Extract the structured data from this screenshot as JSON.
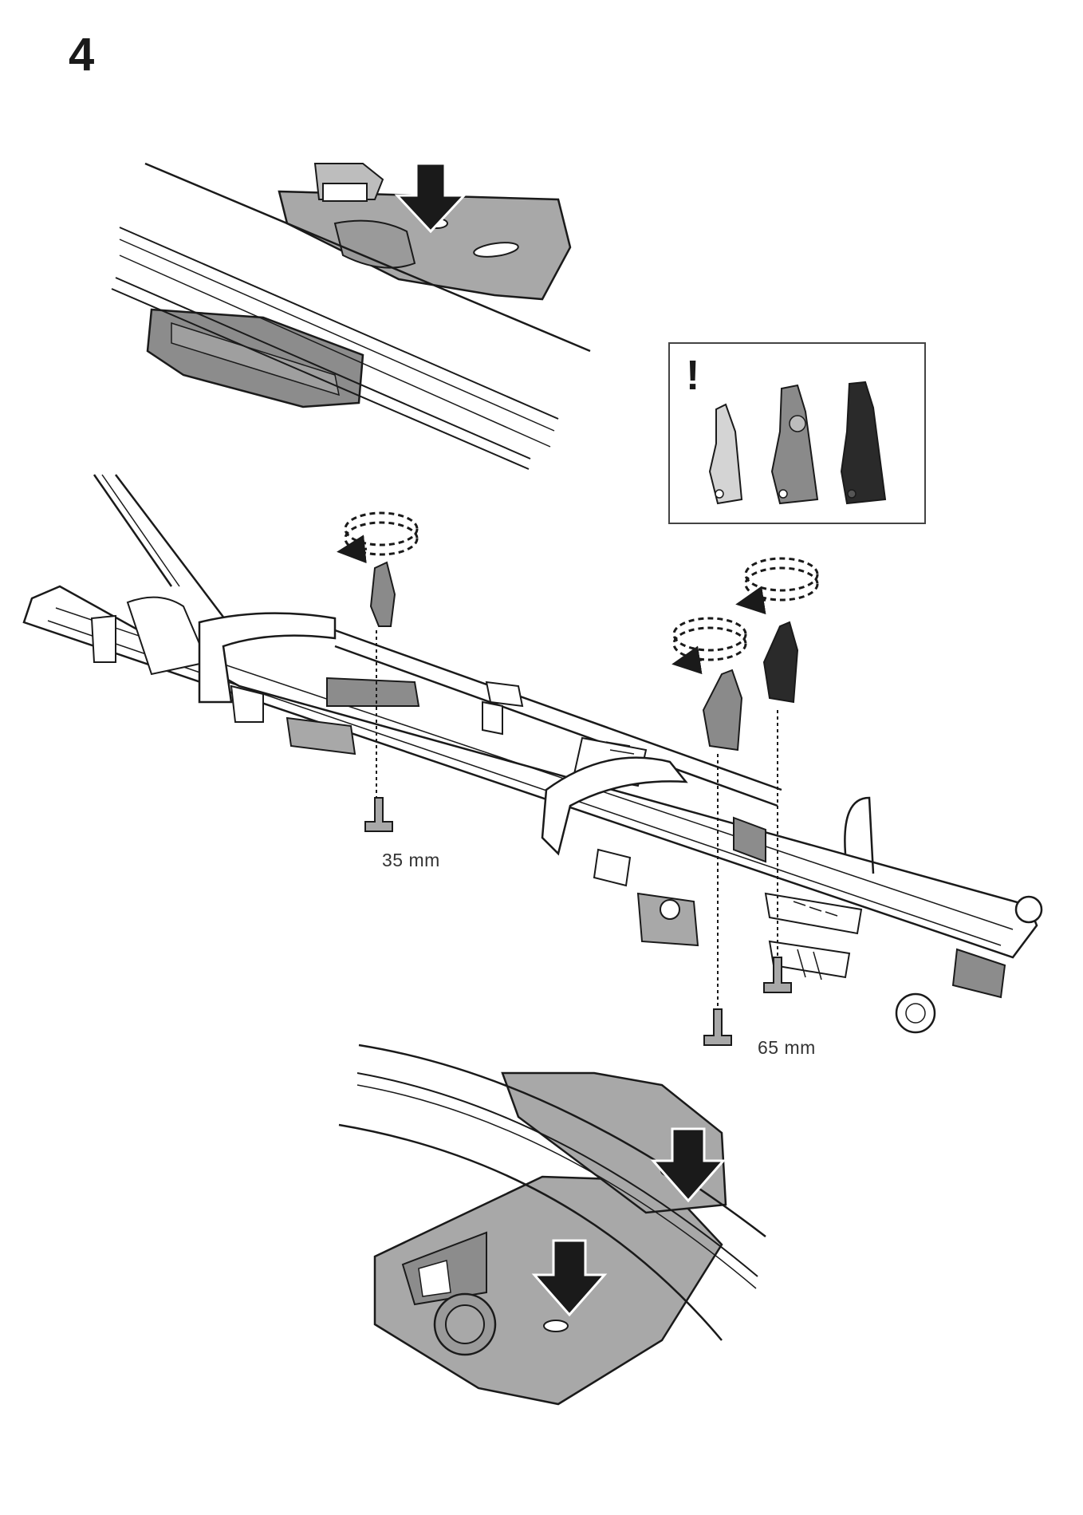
{
  "step": {
    "number": "4"
  },
  "dimensions": {
    "short_bolt": "35 mm",
    "long_bolt": "65 mm"
  },
  "inset": {
    "mark": "!",
    "levers": [
      {
        "name": "light-grey-lever",
        "color": "#d4d4d4"
      },
      {
        "name": "mid-grey-lever",
        "color": "#8a8a8a"
      },
      {
        "name": "black-lever",
        "color": "#2a2a2a"
      }
    ]
  },
  "colors": {
    "line": "#1a1a1a",
    "part_fill": "#a8a8a8",
    "part_fill_dark": "#8c8c8c",
    "white": "#ffffff"
  }
}
